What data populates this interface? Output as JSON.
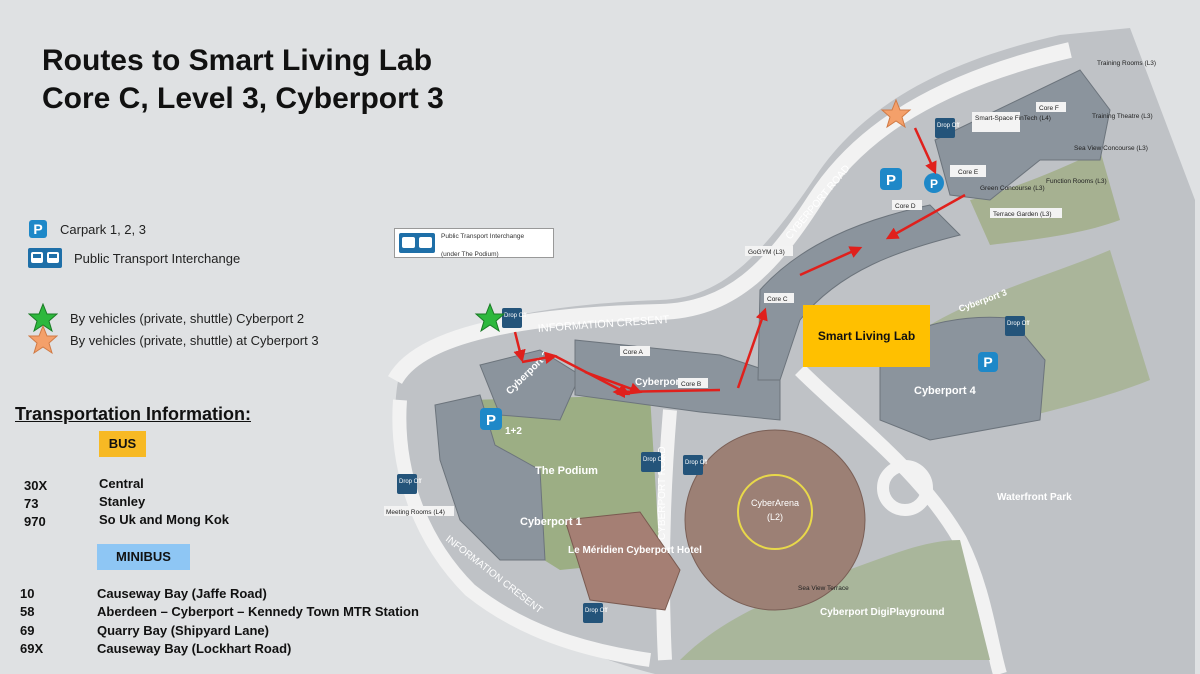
{
  "title": {
    "line1": "Routes to Smart Living Lab",
    "line2": "Core C, Level 3, Cyberport 3"
  },
  "legend": [
    {
      "icon": "parking-icon",
      "label": "Carpark 1, 2, 3"
    },
    {
      "icon": "bus-icon",
      "label": "Public Transport Interchange"
    },
    {
      "icon": "green-star-icon",
      "label": "By vehicles (private, shuttle) Cyberport 2",
      "color": "#2db83d"
    },
    {
      "icon": "orange-star-icon",
      "label": "By vehicles (private, shuttle) at Cyberport 3",
      "color": "#f4a06a"
    }
  ],
  "transport": {
    "heading": "Transportation Information:",
    "bus_label": "BUS",
    "bus_routes": [
      {
        "num": "30X",
        "dest": "Central"
      },
      {
        "num": "73",
        "dest": "Stanley"
      },
      {
        "num": "970",
        "dest": "So Uk and Mong Kok"
      }
    ],
    "minibus_label": "MINIBUS",
    "minibus_routes": [
      {
        "num": "10",
        "dest": "Causeway Bay (Jaffe Road)"
      },
      {
        "num": "58",
        "dest": "Aberdeen – Cyberport – Kennedy Town MTR Station"
      },
      {
        "num": "69",
        "dest": "Quarry Bay (Shipyard Lane)"
      },
      {
        "num": "69X",
        "dest": "Causeway Bay (Lockhart Road)"
      }
    ]
  },
  "map": {
    "smart_lab": "Smart Living Lab",
    "pti_label_line1": "Public Transport Interchange",
    "pti_label_line2": "(under The Podium)",
    "labels": {
      "cyberport1": "Cyberport 1",
      "cyberport2": "Cyberport 2",
      "cyberport3": "Cyberport 3",
      "cyberport3_road": "Cyberport 3",
      "cyberport4": "Cyberport 4",
      "podium": "The Podium",
      "cyberarena": "CyberArena",
      "cyberarena_level": "(L2)",
      "meridien": "Le Méridien Cyberport Hotel",
      "waterfront": "Waterfront Park",
      "digiplay": "Cyberport DigiPlayground",
      "info_crescent_top": "INFORMATION CRESENT",
      "info_crescent_bottom": "INFORMATION CRESENT",
      "cyberport_road_top": "CYBERPORT ROAD",
      "cyberport_road_mid": "CYBERPORT ROAD",
      "core_a": "Core A",
      "core_b": "Core B",
      "core_c": "Core C",
      "core_d": "Core D",
      "core_e": "Core E",
      "core_f": "Core F",
      "gogym": "GoGYM (L3)",
      "green_concourse": "Green Concourse (L3)",
      "terrace_garden": "Terrace Garden (L3)",
      "function_rooms": "Function Rooms (L3)",
      "sea_view_concourse": "Sea View Concourse (L3)",
      "training_theatre": "Training Theatre (L3)",
      "training_rooms": "Training Rooms (L3)",
      "smart_space": "Smart-Space FinTech (L4)",
      "meeting_rooms": "Meeting Rooms (L4)",
      "sea_view_terrace": "Sea View Terrace",
      "carpark_12": "1+2",
      "drop_off": "Drop Off"
    }
  }
}
